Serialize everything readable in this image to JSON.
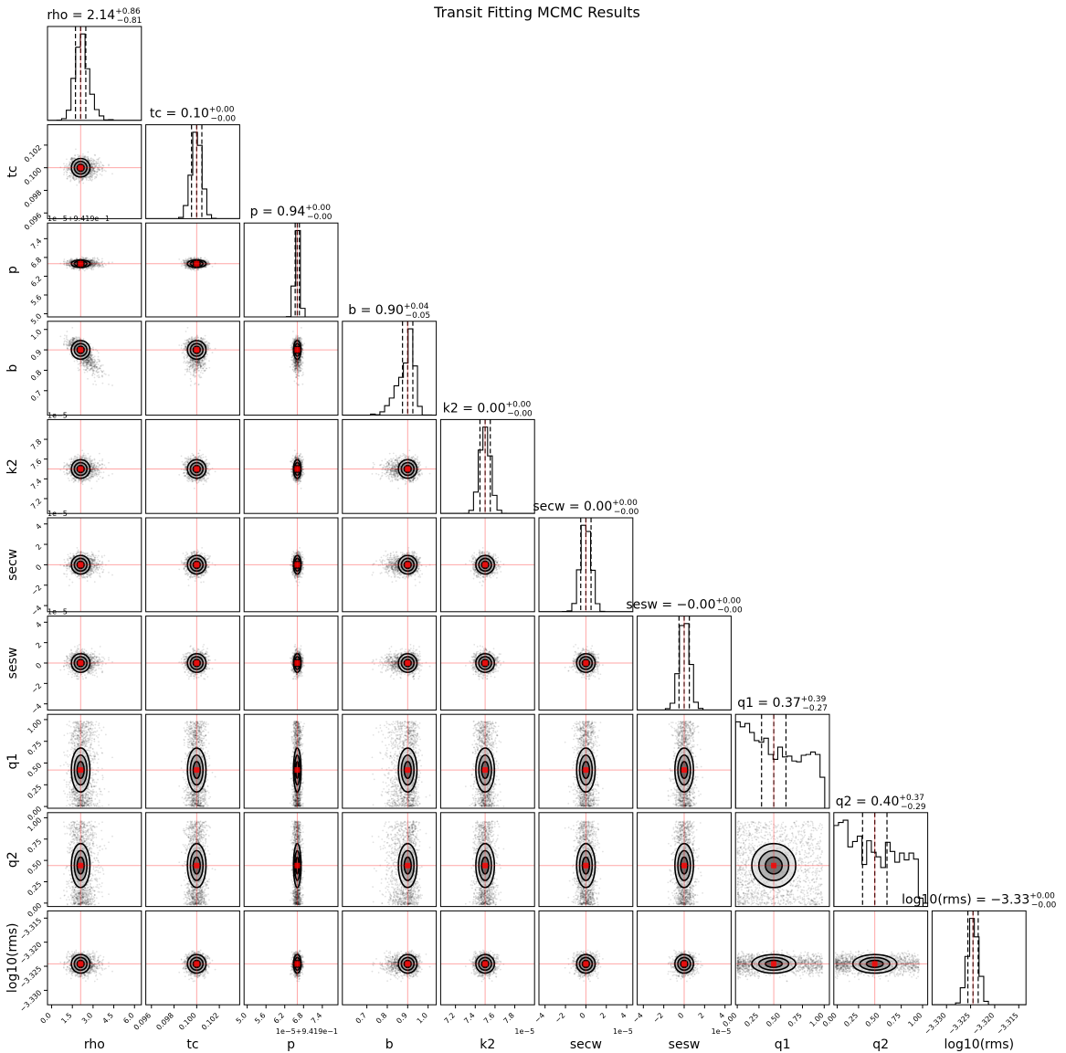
{
  "figure": {
    "title": "Transit Fitting MCMC Results"
  },
  "chart_data": {
    "type": "corner",
    "title": "Transit Fitting MCMC Results",
    "grid": false,
    "truth_color": "#ff0000",
    "parameters": [
      {
        "key": "rho",
        "label": "rho",
        "median": 2.14,
        "plus": 0.86,
        "minus": 0.81,
        "title_value": "2.14",
        "title_plus": "+0.86",
        "title_minus": "−0.81",
        "range": [
          -0.3,
          6.5
        ],
        "truth": 2.1,
        "shape": "normal",
        "ticks": [
          0.0,
          1.5,
          3.0,
          4.5,
          6.0
        ],
        "tick_labels": [
          "0.0",
          "1.5",
          "3.0",
          "4.5",
          "6.0"
        ],
        "offset": ""
      },
      {
        "key": "tc",
        "label": "tc",
        "median": 0.1,
        "plus": 0.0,
        "minus": 0.0,
        "title_value": "0.10",
        "title_plus": "+0.00",
        "title_minus": "−0.00",
        "range": [
          0.0955,
          0.1038
        ],
        "truth": 0.1,
        "shape": "normal",
        "ticks": [
          0.096,
          0.098,
          0.1,
          0.102
        ],
        "tick_labels": [
          "0.096",
          "0.098",
          "0.100",
          "0.102"
        ],
        "offset": ""
      },
      {
        "key": "p",
        "label": "p",
        "median": 0.94,
        "plus": 0.0,
        "minus": 0.0,
        "title_value": "0.94",
        "title_plus": "+0.00",
        "title_minus": "−0.00",
        "range": [
          4.9,
          7.9
        ],
        "truth": 6.6,
        "shape": "narrow",
        "ticks": [
          5.0,
          5.6,
          6.2,
          6.8,
          7.4
        ],
        "tick_labels": [
          "5.0",
          "5.6",
          "6.2",
          "6.8",
          "7.4"
        ],
        "offset": "1e−5+9.419e−1"
      },
      {
        "key": "b",
        "label": "b",
        "median": 0.9,
        "plus": 0.04,
        "minus": 0.05,
        "title_value": "0.90",
        "title_plus": "+0.04",
        "title_minus": "−0.05",
        "range": [
          0.58,
          1.04
        ],
        "truth": 0.9,
        "shape": "skewleft",
        "ticks": [
          0.7,
          0.8,
          0.9,
          1.0
        ],
        "tick_labels": [
          "0.7",
          "0.8",
          "0.9",
          "1.0"
        ],
        "offset": ""
      },
      {
        "key": "k2",
        "label": "k2",
        "median": 0.0,
        "plus": 0.0,
        "minus": 0.0,
        "title_value": "0.00",
        "title_plus": "+0.00",
        "title_minus": "−0.00",
        "range": [
          7.05,
          8.0
        ],
        "truth": 7.5,
        "shape": "normal",
        "ticks": [
          7.2,
          7.4,
          7.6,
          7.8
        ],
        "tick_labels": [
          "7.2",
          "7.4",
          "7.6",
          "7.8"
        ],
        "offset": "1e−5"
      },
      {
        "key": "secw",
        "label": "secw",
        "median": 0.0,
        "plus": 0.0,
        "minus": 0.0,
        "title_value": "0.00",
        "title_plus": "+0.00",
        "title_minus": "−0.00",
        "range": [
          -4.6,
          4.6
        ],
        "truth": 0.0,
        "shape": "normal",
        "ticks": [
          -4,
          -2,
          0,
          2,
          4
        ],
        "tick_labels": [
          "−4",
          "−2",
          "0",
          "2",
          "4"
        ],
        "offset": "1e−5"
      },
      {
        "key": "sesw",
        "label": "sesw",
        "median": -0.0,
        "plus": 0.0,
        "minus": 0.0,
        "title_value": "−0.00",
        "title_plus": "+0.00",
        "title_minus": "−0.00",
        "range": [
          -4.6,
          4.6
        ],
        "truth": 0.0,
        "shape": "normal",
        "ticks": [
          -4,
          -2,
          0,
          2,
          4
        ],
        "tick_labels": [
          "−4",
          "−2",
          "0",
          "2",
          "4"
        ],
        "offset": "1e−5"
      },
      {
        "key": "q1",
        "label": "q1",
        "median": 0.37,
        "plus": 0.39,
        "minus": 0.27,
        "title_value": "0.37",
        "title_plus": "+0.39",
        "title_minus": "−0.27",
        "range": [
          -0.02,
          1.06
        ],
        "truth": 0.42,
        "shape": "uniform",
        "ticks": [
          0.0,
          0.25,
          0.5,
          0.75,
          1.0
        ],
        "tick_labels": [
          "0.00",
          "0.25",
          "0.50",
          "0.75",
          "1.00"
        ],
        "offset": ""
      },
      {
        "key": "q2",
        "label": "q2",
        "median": 0.4,
        "plus": 0.37,
        "minus": 0.29,
        "title_value": "0.40",
        "title_plus": "+0.37",
        "title_minus": "−0.29",
        "range": [
          -0.04,
          1.06
        ],
        "truth": 0.44,
        "shape": "uniform",
        "ticks": [
          0.0,
          0.25,
          0.5,
          0.75,
          1.0
        ],
        "tick_labels": [
          "0.00",
          "0.25",
          "0.50",
          "0.75",
          "1.00"
        ],
        "offset": ""
      },
      {
        "key": "log10rms",
        "label": "log10(rms)",
        "median": -3.33,
        "plus": 0.0,
        "minus": 0.0,
        "title_value": "−3.33",
        "title_plus": "+0.00",
        "title_minus": "−0.00",
        "range": [
          -3.333,
          -3.3135
        ],
        "truth": -3.3245,
        "shape": "normal",
        "ticks": [
          -3.33,
          -3.325,
          -3.32,
          -3.315
        ],
        "tick_labels": [
          "−3.330",
          "−3.325",
          "−3.320",
          "−3.315"
        ],
        "offset": ""
      }
    ]
  }
}
